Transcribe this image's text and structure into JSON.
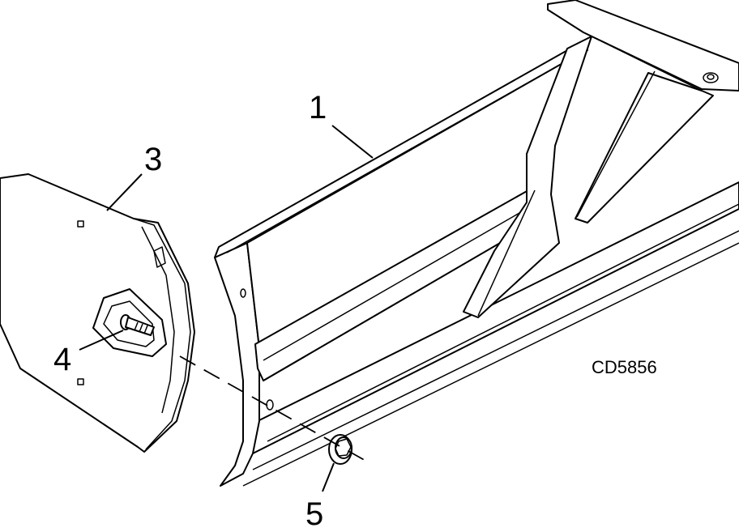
{
  "figure": {
    "callouts": {
      "part_1": "1",
      "part_3": "3",
      "part_4": "4",
      "part_5": "5"
    },
    "drawing_code": "CD5856"
  },
  "colors": {
    "line": "#000000",
    "background": "#ffffff"
  }
}
